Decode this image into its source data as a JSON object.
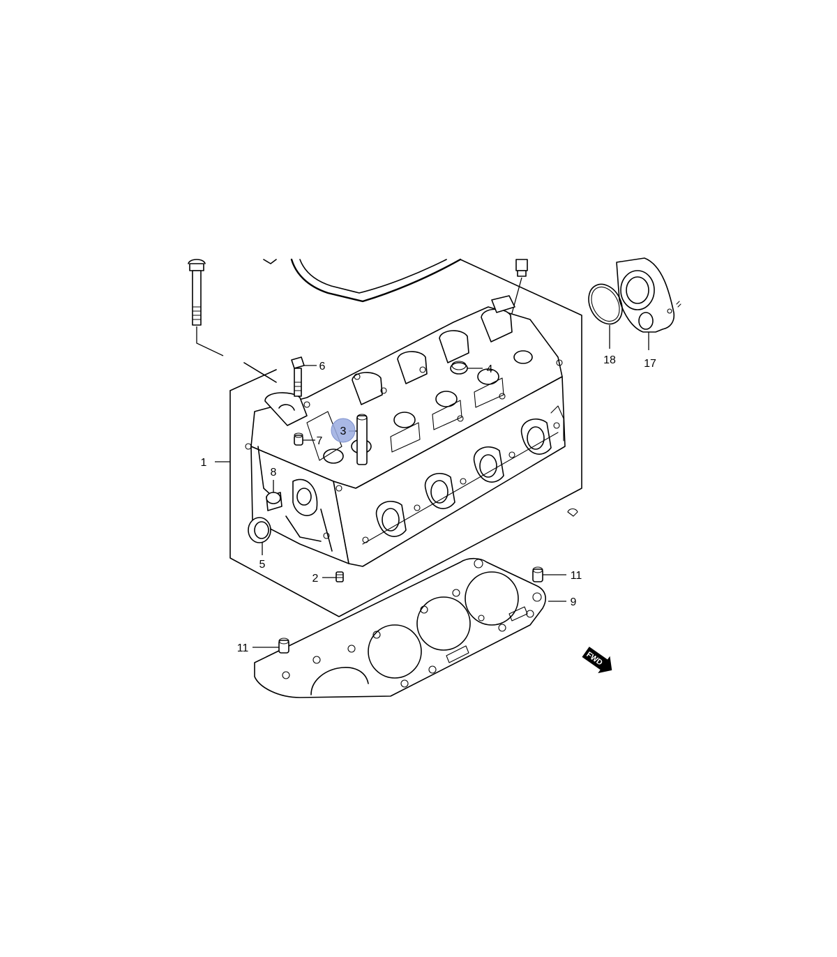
{
  "diagram": {
    "highlight_color": "#9aabe0",
    "callouts": [
      "1",
      "2",
      "3",
      "4",
      "5",
      "6",
      "7",
      "8",
      "9",
      "11",
      "11",
      "17",
      "18"
    ],
    "fwd_label": "FWD"
  }
}
